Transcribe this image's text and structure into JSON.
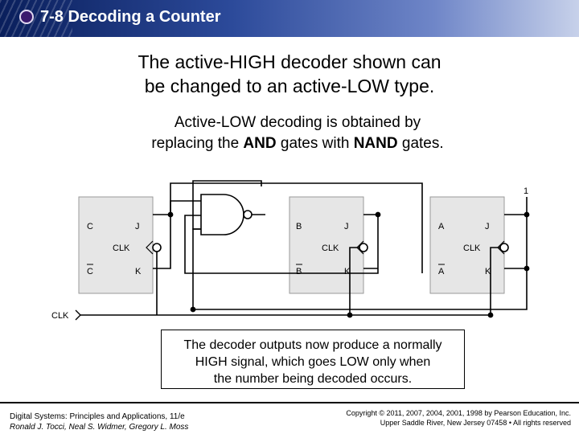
{
  "slide": {
    "title": "7-8 Decoding a Counter",
    "heading_line1": "The active-HIGH decoder shown can",
    "heading_line2": "be changed to an active-LOW type.",
    "sub_part1": "Active-LOW decoding is obtained by",
    "sub_part2": "replacing the ",
    "sub_and": "AND",
    "sub_part3": " gates with ",
    "sub_nand": "NAND",
    "sub_part4": " gates.",
    "callout_line1": "The decoder outputs now produce a normally",
    "callout_line2": "HIGH signal, which goes LOW only when",
    "callout_line3": "the number being decoded occurs."
  },
  "diagram": {
    "clk_label": "CLK",
    "high_label": "1",
    "ff_c": {
      "q": "C",
      "qbar": "C",
      "j": "J",
      "k": "K",
      "clk": "CLK"
    },
    "ff_b": {
      "q": "B",
      "qbar": "B",
      "j": "J",
      "k": "K",
      "clk": "CLK"
    },
    "ff_a": {
      "q": "A",
      "qbar": "A",
      "j": "J",
      "k": "K",
      "clk": "CLK"
    }
  },
  "footer": {
    "book": "Digital Systems: Principles and Applications, 11/e",
    "authors": "Ronald J. Tocci, Neal S. Widmer, Gregory L. Moss",
    "copyright": "Copyright © 2011, 2007, 2004, 2001, 1998 by Pearson Education, Inc.",
    "address": "Upper Saddle River, New Jersey 07458 • All rights reserved"
  },
  "colors": {
    "title_bar": "#2c4a9a",
    "flip_flop_fill": "#e6e6e6",
    "title_bullet": "#3a1a6e"
  }
}
